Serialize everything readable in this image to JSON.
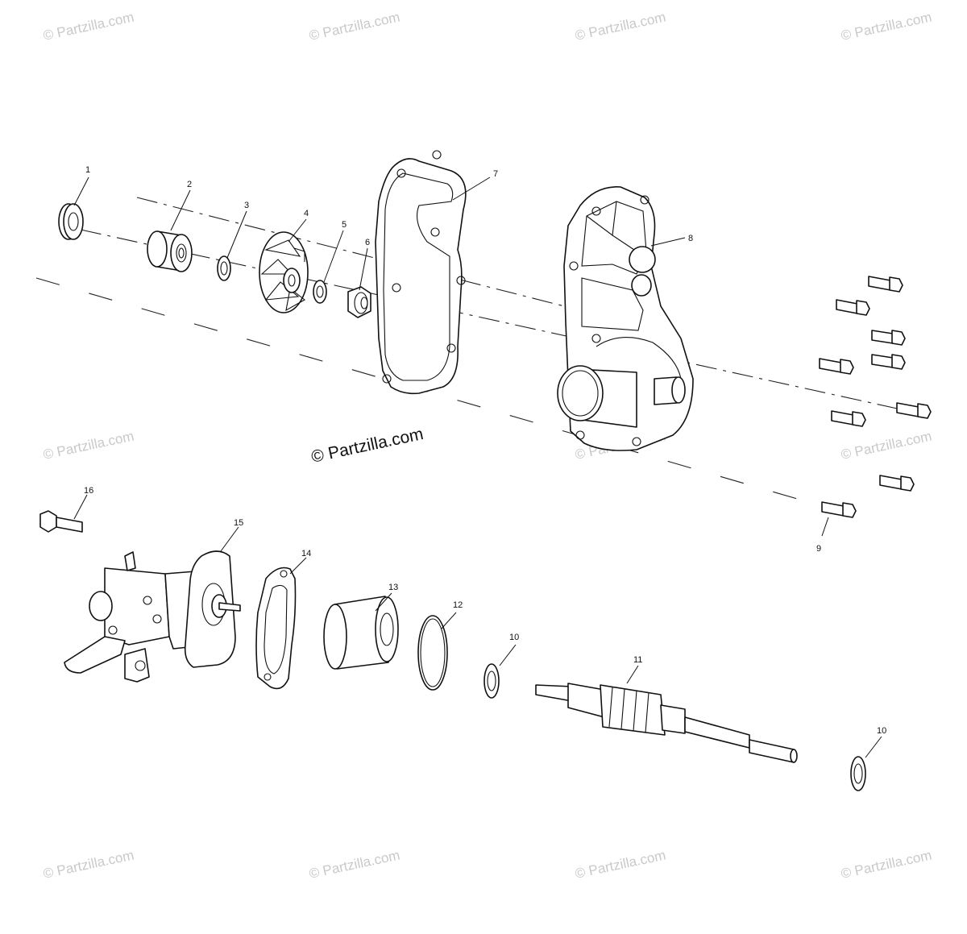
{
  "watermark": "© Partzilla.com",
  "brand_label": "© Partzilla.com",
  "callouts": {
    "c1": "1",
    "c2": "2",
    "c3": "3",
    "c4": "4",
    "c5": "5",
    "c6": "6",
    "c7": "7",
    "c8": "8",
    "c9": "9",
    "c10a": "10",
    "c10b": "10",
    "c11": "11",
    "c12": "12",
    "c13": "13",
    "c14": "14",
    "c15": "15",
    "c16": "16"
  }
}
